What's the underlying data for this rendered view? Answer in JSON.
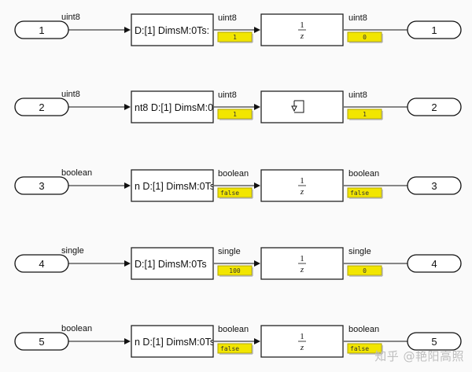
{
  "rows": [
    {
      "in_port": "1",
      "in_type": "uint8",
      "convert_label": "D:[1] DimsM:0Ts:",
      "mid_type": "uint8",
      "mid_value": "1",
      "block": "unit_delay",
      "block_num": "1",
      "block_den": "z",
      "out_type": "uint8",
      "out_value": "0",
      "out_port": "1"
    },
    {
      "in_port": "2",
      "in_type": "uint8",
      "convert_label": "nt8 D:[1] DimsM:0",
      "mid_type": "uint8",
      "mid_value": "1",
      "block": "zero_order_hold",
      "block_num": "",
      "block_den": "",
      "out_type": "uint8",
      "out_value": "1",
      "out_port": "2"
    },
    {
      "in_port": "3",
      "in_type": "boolean",
      "convert_label": "n D:[1] DimsM:0Ts",
      "mid_type": "boolean",
      "mid_value": "false",
      "block": "unit_delay",
      "block_num": "1",
      "block_den": "z",
      "out_type": "boolean",
      "out_value": "false",
      "out_port": "3"
    },
    {
      "in_port": "4",
      "in_type": "single",
      "convert_label": "D:[1] DimsM:0Ts",
      "mid_type": "single",
      "mid_value": "100",
      "block": "unit_delay",
      "block_num": "1",
      "block_den": "z",
      "out_type": "single",
      "out_value": "0",
      "out_port": "4"
    },
    {
      "in_port": "5",
      "in_type": "boolean",
      "convert_label": "n D:[1] DimsM:0Ts",
      "mid_type": "boolean",
      "mid_value": "false",
      "block": "unit_delay",
      "block_num": "1",
      "block_den": "z",
      "out_type": "boolean",
      "out_value": "false",
      "out_port": "5"
    }
  ],
  "watermark": "知乎 @艳阳高照",
  "colors": {
    "value_display_fill": "#f2e600",
    "value_display_border": "#b0a400",
    "block_border": "#222222",
    "port_fill": "#ffffff",
    "background": "#fafafa"
  }
}
